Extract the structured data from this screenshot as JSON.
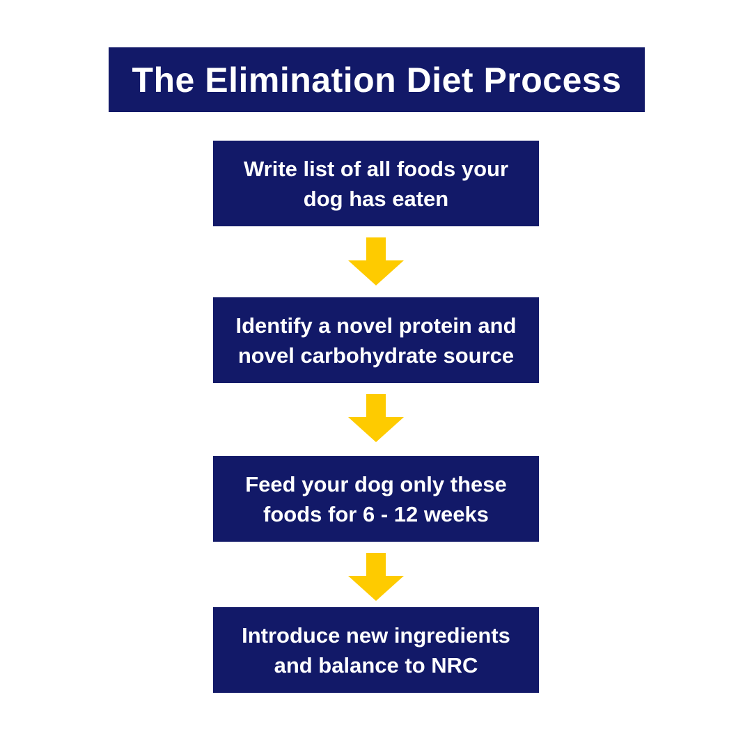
{
  "title": "The Elimination Diet Process",
  "steps": [
    {
      "line1": "Write list of all foods your",
      "line2": "dog has eaten"
    },
    {
      "line1": "Identify a novel protein and",
      "line2": "novel carbohydrate source"
    },
    {
      "line1": "Feed your dog only these",
      "line2": "foods for 6 - 12 weeks"
    },
    {
      "line1": "Introduce new ingredients",
      "line2": "and balance to NRC"
    }
  ],
  "connector": "down-arrow",
  "colors": {
    "navy": "#121968",
    "yellow": "#FECB00",
    "text": "#FFFFFF",
    "background": "#FFFFFF"
  }
}
